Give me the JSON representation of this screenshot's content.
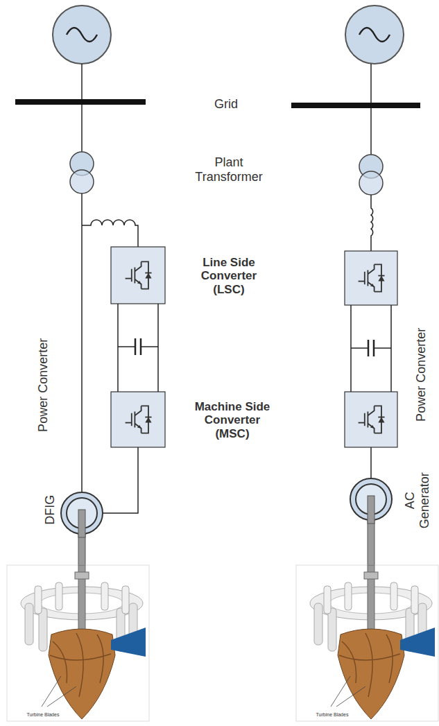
{
  "diagram": {
    "labels": [
      "Grid",
      "Plant Transformer",
      "Power Converter",
      "Line Side Converter (LSC)",
      "Power Converter",
      "Machine Side Converter (MSC)",
      "DFIG",
      "AC Generator",
      "Turbine Blades",
      "Turbine Blades"
    ]
  }
}
